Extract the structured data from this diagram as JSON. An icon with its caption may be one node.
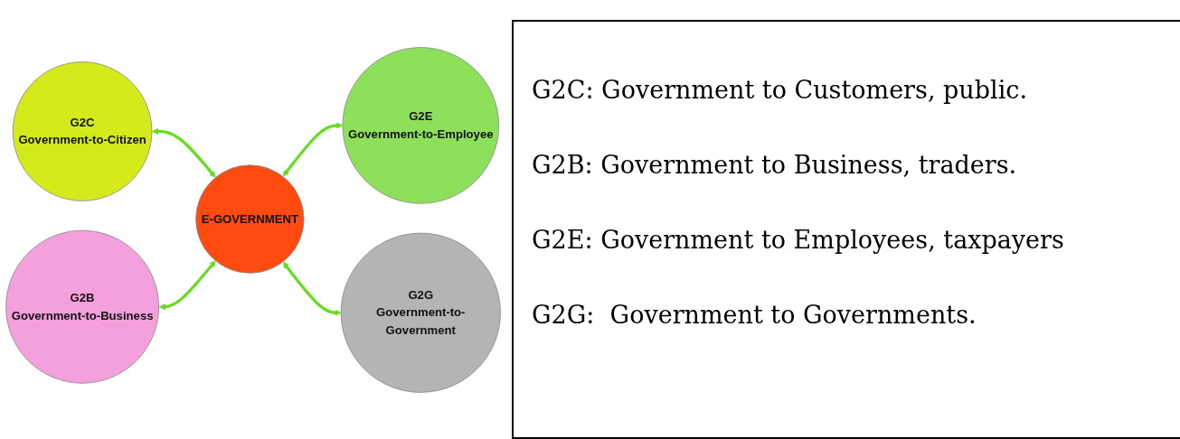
{
  "diagram": {
    "nodes": [
      {
        "text": [
          "G2C",
          "Government-to-Citizen"
        ]
      },
      {
        "text": [
          "G2E",
          "Government-to-Employee"
        ]
      },
      {
        "text": [
          "E-GOVERNMENT"
        ]
      },
      {
        "text": [
          "G2B",
          "Government-to-Business"
        ]
      },
      {
        "text": [
          "G2G",
          "Government-to-Government"
        ]
      }
    ],
    "edges": [
      {
        "from": 0,
        "to": 2,
        "arrow": "both"
      },
      {
        "from": 2,
        "to": 1,
        "arrow": "both"
      },
      {
        "from": 3,
        "to": 2,
        "arrow": "both"
      },
      {
        "from": 2,
        "to": 4,
        "arrow": "both"
      }
    ],
    "labels": [
      "G2C: Government to Customers, public.",
      "G2B: Government to Business, traders.",
      "G2E: Government to Employees, taxpayers",
      "G2G:  Government to Governments."
    ]
  }
}
